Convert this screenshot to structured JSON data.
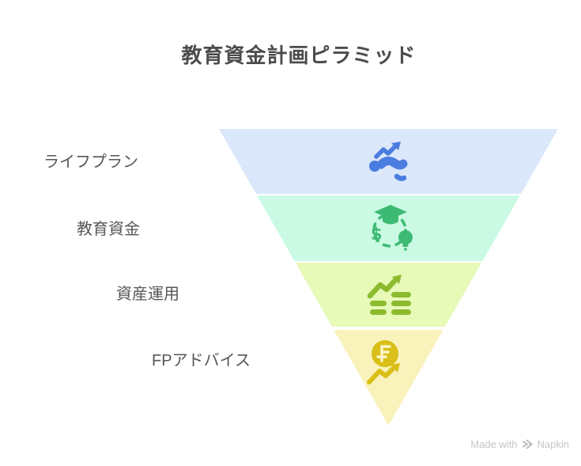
{
  "title": "教育資金計画ピラミッド",
  "pyramid": {
    "type": "inverted-pyramid",
    "levels": [
      {
        "rank": 1,
        "label": "ライフプラン",
        "bg_color": "#dbe7fa",
        "icon": "person-growth-icon",
        "icon_color": "#4b7ce0"
      },
      {
        "rank": 2,
        "label": "教育資金",
        "bg_color": "#cafae3",
        "icon": "education-fund-icon",
        "icon_color": "#3cba73",
        "icon_dollar": "$"
      },
      {
        "rank": 3,
        "label": "資産運用",
        "bg_color": "#e7fab8",
        "icon": "asset-growth-icon",
        "icon_color": "#8dbb30"
      },
      {
        "rank": 4,
        "label": "FPアドバイス",
        "bg_color": "#faf2bb",
        "icon": "coin-trend-icon",
        "icon_color": "#d9bf17"
      }
    ]
  },
  "watermark": {
    "prefix": "Made with",
    "brand": "Napkin"
  }
}
